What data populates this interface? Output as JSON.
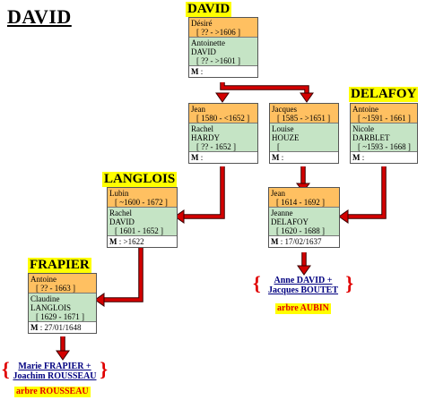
{
  "page_title": "DAVID",
  "surnames": {
    "david": "DAVID",
    "delafoy": "DELAFOY",
    "langlois": "LANGLOIS",
    "frapier": "FRAPIER"
  },
  "cards": {
    "desire": {
      "husband": "Désiré",
      "husband_dates": "[ ?? - >1606 ]",
      "wife_line1": "Antoinette",
      "wife_line2": "DAVID",
      "wife_dates": "[ ?? - >1601 ]",
      "marriage_label": "M",
      "marriage_value": ":"
    },
    "jean_hardy": {
      "husband": "Jean",
      "husband_dates": "[ 1580 - <1652 ]",
      "wife_line1": "Rachel",
      "wife_line2": "HARDY",
      "wife_dates": "[ ?? - 1652 ]",
      "marriage_label": "M",
      "marriage_value": ":"
    },
    "jacques_houze": {
      "husband": "Jacques",
      "husband_dates": "[ 1585 - >1651 ]",
      "wife_line1": "Louise",
      "wife_line2": "HOUZE",
      "wife_dates": "[",
      "marriage_label": "M",
      "marriage_value": ":"
    },
    "antoine_darblet": {
      "husband": "Antoine",
      "husband_dates": "[ ~1591 - 1661 ]",
      "wife_line1": "Nicole",
      "wife_line2": "DARBLET",
      "wife_dates": "[ ~1593 - 1668 ]",
      "marriage_label": "M",
      "marriage_value": ":"
    },
    "lubin_david": {
      "husband": "Lubin",
      "husband_dates": "[ ~1600 - 1672 ]",
      "wife_line1": "Rachel",
      "wife_line2": "DAVID",
      "wife_dates": "[ 1601 - 1652 ]",
      "marriage_label": "M",
      "marriage_value": ": >1622"
    },
    "jean_delafoy": {
      "husband": "Jean",
      "husband_dates": "[ 1614 - 1692 ]",
      "wife_line1": "Jeanne",
      "wife_line2": "DELAFOY",
      "wife_dates": "[ 1620 - 1688 ]",
      "marriage_label": "M",
      "marriage_value": ": 17/02/1637"
    },
    "antoine_langlois": {
      "husband": "Antoine",
      "husband_dates": "[ ?? - 1663 ]",
      "wife_line1": "Claudine",
      "wife_line2": "LANGLOIS",
      "wife_dates": "[ 1629 - 1671 ]",
      "marriage_label": "M",
      "marriage_value": ": 27/01/1648"
    }
  },
  "descendants": {
    "aubin": {
      "line1": "Anne DAVID +",
      "line2": "Jacques BOUTET",
      "tree": "arbre AUBIN"
    },
    "rousseau": {
      "line1": "Marie FRAPIER +",
      "line2": "Joachim ROUSSEAU",
      "tree": "arbre ROUSSEAU"
    }
  },
  "braces": {
    "open": "{",
    "close": "}"
  },
  "colors": {
    "husband_bg": "#ffc061",
    "wife_bg": "#c5e4c5",
    "line": "#cc0000",
    "surname_bg": "#ffff00"
  }
}
